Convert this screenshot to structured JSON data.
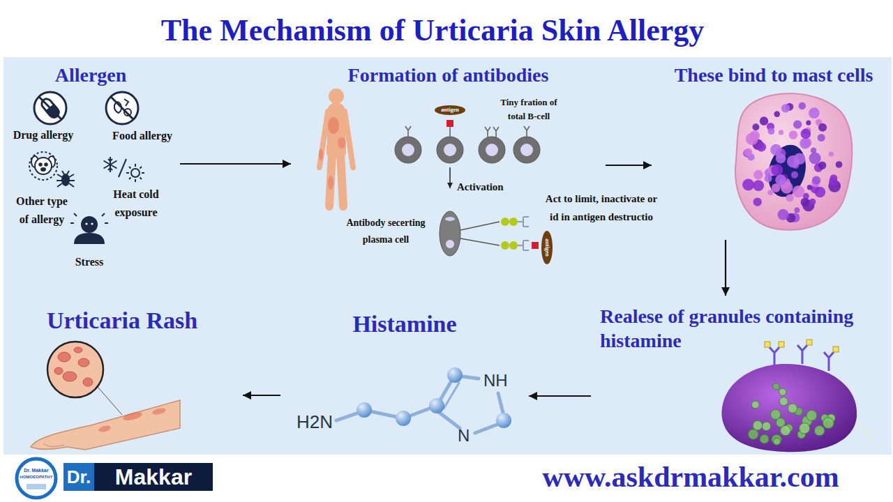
{
  "diagram": {
    "title": "The Mechanism of Urticaria Skin Allergy",
    "nodes": [
      {
        "text": [
          "Allergen"
        ]
      },
      {
        "text": [
          "Formation of antibodies"
        ]
      },
      {
        "text": [
          "These bind to mast cells"
        ]
      },
      {
        "text": [
          "Realese of granules containing histamine"
        ]
      },
      {
        "text": [
          "Histamine"
        ]
      },
      {
        "text": [
          "Urticaria Rash"
        ]
      }
    ],
    "edges": [
      {
        "from": 0,
        "to": 1,
        "arrow": "to"
      },
      {
        "from": 1,
        "to": 2,
        "arrow": "to"
      },
      {
        "from": 2,
        "to": 3,
        "arrow": "to"
      },
      {
        "from": 3,
        "to": 4,
        "arrow": "to"
      },
      {
        "from": 4,
        "to": 5,
        "arrow": "to"
      }
    ],
    "labels": [
      "Drug allergy",
      "Food allergy",
      "Other type of allergy",
      "Heat cold exposure",
      "Stress",
      "antigen",
      "Tiny fration of total B-cell",
      "Activation",
      "Antibody secerting plasma cell",
      "Act to limit, inactivate or id in antigen destructio",
      "antigen",
      "H2N",
      "NH",
      "N",
      "Dr. Makkar",
      "HOMOEOPATHY",
      "Dr.",
      "Makkar",
      "www.askdrmakkar.com"
    ]
  }
}
